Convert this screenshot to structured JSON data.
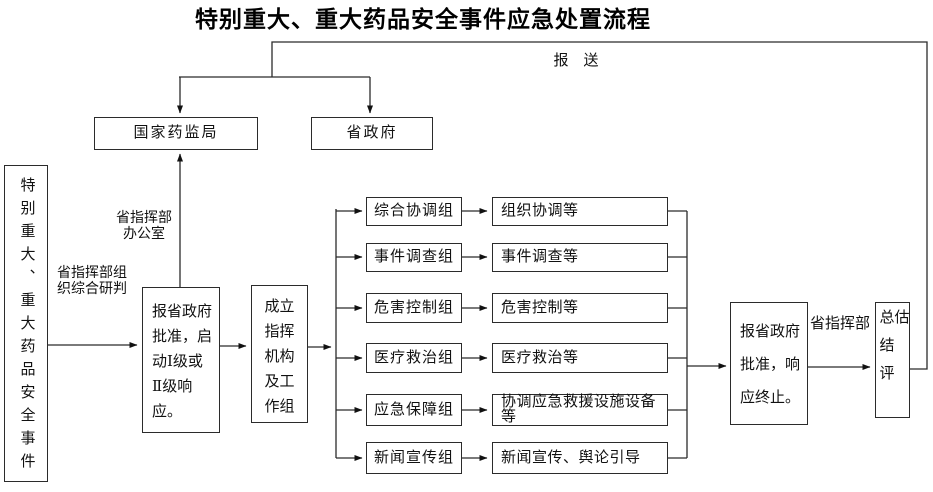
{
  "title": "特别重大、重大药品安全事件应急处置流程",
  "flow": {
    "report_label": "报　送",
    "event_source": "特别重大、重大药品安全事件",
    "top_boxes": {
      "nmpa": "国家药监局",
      "prov_gov": "省政府"
    },
    "labels": {
      "office": "省指挥部\n办公室",
      "research": "省指挥部组\n织综合研判",
      "commander": "省指挥部"
    },
    "step1": "报省政府\n批准，启\n动Ⅰ级或\nⅡ级响\n应。",
    "step2": "成立\n指挥\n机构\n及工\n作组",
    "groups": [
      {
        "name": "综合协调组",
        "duty": "组织协调等"
      },
      {
        "name": "事件调查组",
        "duty": "事件调查等"
      },
      {
        "name": "危害控制组",
        "duty": "危害控制等"
      },
      {
        "name": "医疗救治组",
        "duty": "医疗救治等"
      },
      {
        "name": "应急保障组",
        "duty": "协调应急救援设施设备等"
      },
      {
        "name": "新闻宣传组",
        "duty": "新闻宣传、舆论引导"
      }
    ],
    "step3": "报省政府\n批准，响\n应终止。",
    "step4": "总结评估"
  }
}
